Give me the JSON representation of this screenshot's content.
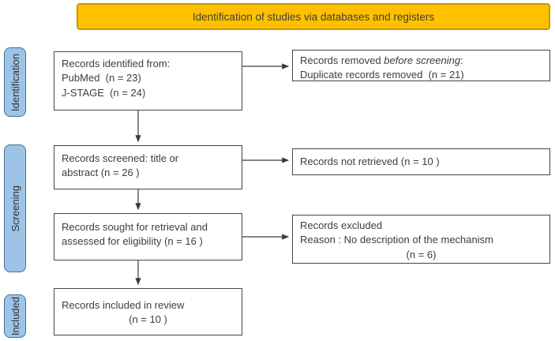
{
  "banner": {
    "label": "Identification of studies via databases and registers"
  },
  "stage_labels": [
    {
      "label": "Identification"
    },
    {
      "label": "Screening"
    },
    {
      "label": "Included"
    }
  ],
  "colors": {
    "banner_fill": "#FFC000",
    "banner_border": "#C99700",
    "stage_fill": "#9DC3E6",
    "stage_border": "#41719C",
    "box_border": "#454545",
    "text": "#3d3d3d"
  },
  "boxes": {
    "identified": {
      "line1": "Records identified from:",
      "line2": "PubMed  (n = 23)",
      "line3": "J-STAGE  (n = 24)"
    },
    "removed": {
      "line1_prefix": "Records removed ",
      "line1_italic": "before screening",
      "line1_suffix": ":",
      "line2": "Duplicate records removed  (n = 21)"
    },
    "screened": {
      "line1": "Records screened: title or",
      "line2": "abstract (n = 26 )"
    },
    "not_retrieved": {
      "line1": "Records not retrieved (n = 10 )"
    },
    "sought": {
      "line1": "Records sought for retrieval and",
      "line2": "assessed for eligibility (n = 16 )"
    },
    "excluded": {
      "line1": "Records excluded",
      "line2": "Reason : No description of the mechanism",
      "count_line": "(n = 6)"
    },
    "included": {
      "line1": "Records included in review",
      "count_line": "(n = 10 )"
    }
  }
}
